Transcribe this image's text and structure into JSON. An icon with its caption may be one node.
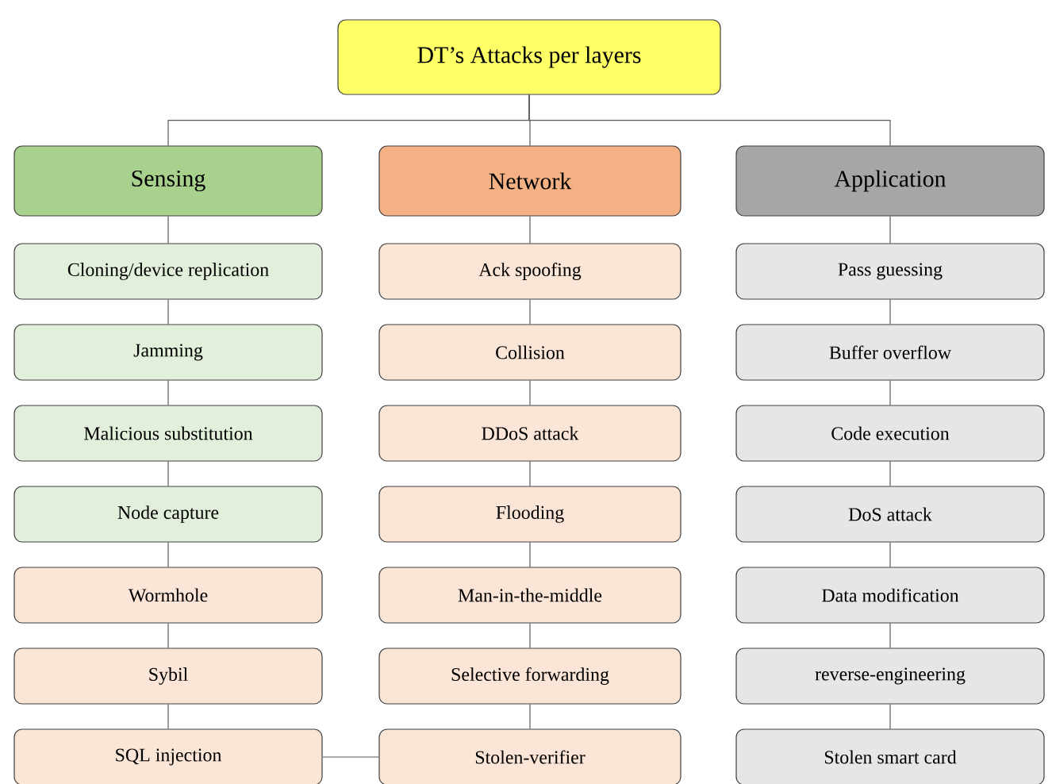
{
  "diagram": {
    "nodes": [
      {
        "text": [
          "DT’s Attacks per layers"
        ]
      },
      {
        "text": [
          "Sensing"
        ]
      },
      {
        "text": [
          "Network"
        ]
      },
      {
        "text": [
          "Application"
        ]
      },
      {
        "text": [
          "Cloning/device replication"
        ]
      },
      {
        "text": [
          "Jamming"
        ]
      },
      {
        "text": [
          "Malicious substitution"
        ]
      },
      {
        "text": [
          "Node capture"
        ]
      },
      {
        "text": [
          "Wormhole"
        ]
      },
      {
        "text": [
          "Sybil"
        ]
      },
      {
        "text": [
          "SQL injection"
        ]
      },
      {
        "text": [
          "Ack spoofing"
        ]
      },
      {
        "text": [
          "Collision"
        ]
      },
      {
        "text": [
          "DDoS attack"
        ]
      },
      {
        "text": [
          "Flooding"
        ]
      },
      {
        "text": [
          "Man-in-the-middle"
        ]
      },
      {
        "text": [
          "Selective forwarding"
        ]
      },
      {
        "text": [
          "Stolen-verifier"
        ]
      },
      {
        "text": [
          "Pass guessing"
        ]
      },
      {
        "text": [
          "Buffer overflow"
        ]
      },
      {
        "text": [
          "Code execution"
        ]
      },
      {
        "text": [
          "DoS attack"
        ]
      },
      {
        "text": [
          "Data modification"
        ]
      },
      {
        "text": [
          "reverse-engineering"
        ]
      },
      {
        "text": [
          "Stolen smart card"
        ]
      }
    ],
    "edges": [
      {
        "from": 0,
        "to": 1,
        "arrow": "none"
      },
      {
        "from": 0,
        "to": 2,
        "arrow": "none"
      },
      {
        "from": 0,
        "to": 3,
        "arrow": "none"
      },
      {
        "from": 1,
        "to": 4,
        "arrow": "none"
      },
      {
        "from": 4,
        "to": 5,
        "arrow": "none"
      },
      {
        "from": 5,
        "to": 6,
        "arrow": "none"
      },
      {
        "from": 6,
        "to": 7,
        "arrow": "none"
      },
      {
        "from": 7,
        "to": 8,
        "arrow": "none"
      },
      {
        "from": 8,
        "to": 9,
        "arrow": "none"
      },
      {
        "from": 9,
        "to": 10,
        "arrow": "none"
      },
      {
        "from": 2,
        "to": 11,
        "arrow": "none"
      },
      {
        "from": 11,
        "to": 12,
        "arrow": "none"
      },
      {
        "from": 12,
        "to": 13,
        "arrow": "none"
      },
      {
        "from": 13,
        "to": 14,
        "arrow": "none"
      },
      {
        "from": 14,
        "to": 15,
        "arrow": "none"
      },
      {
        "from": 15,
        "to": 16,
        "arrow": "none"
      },
      {
        "from": 16,
        "to": 17,
        "arrow": "none"
      },
      {
        "from": 3,
        "to": 18,
        "arrow": "none"
      },
      {
        "from": 18,
        "to": 19,
        "arrow": "none"
      },
      {
        "from": 19,
        "to": 20,
        "arrow": "none"
      },
      {
        "from": 20,
        "to": 21,
        "arrow": "none"
      },
      {
        "from": 21,
        "to": 22,
        "arrow": "none"
      },
      {
        "from": 22,
        "to": 23,
        "arrow": "none"
      },
      {
        "from": 23,
        "to": 24,
        "arrow": "none"
      },
      {
        "from": 10,
        "to": 17,
        "arrow": "none"
      }
    ]
  }
}
